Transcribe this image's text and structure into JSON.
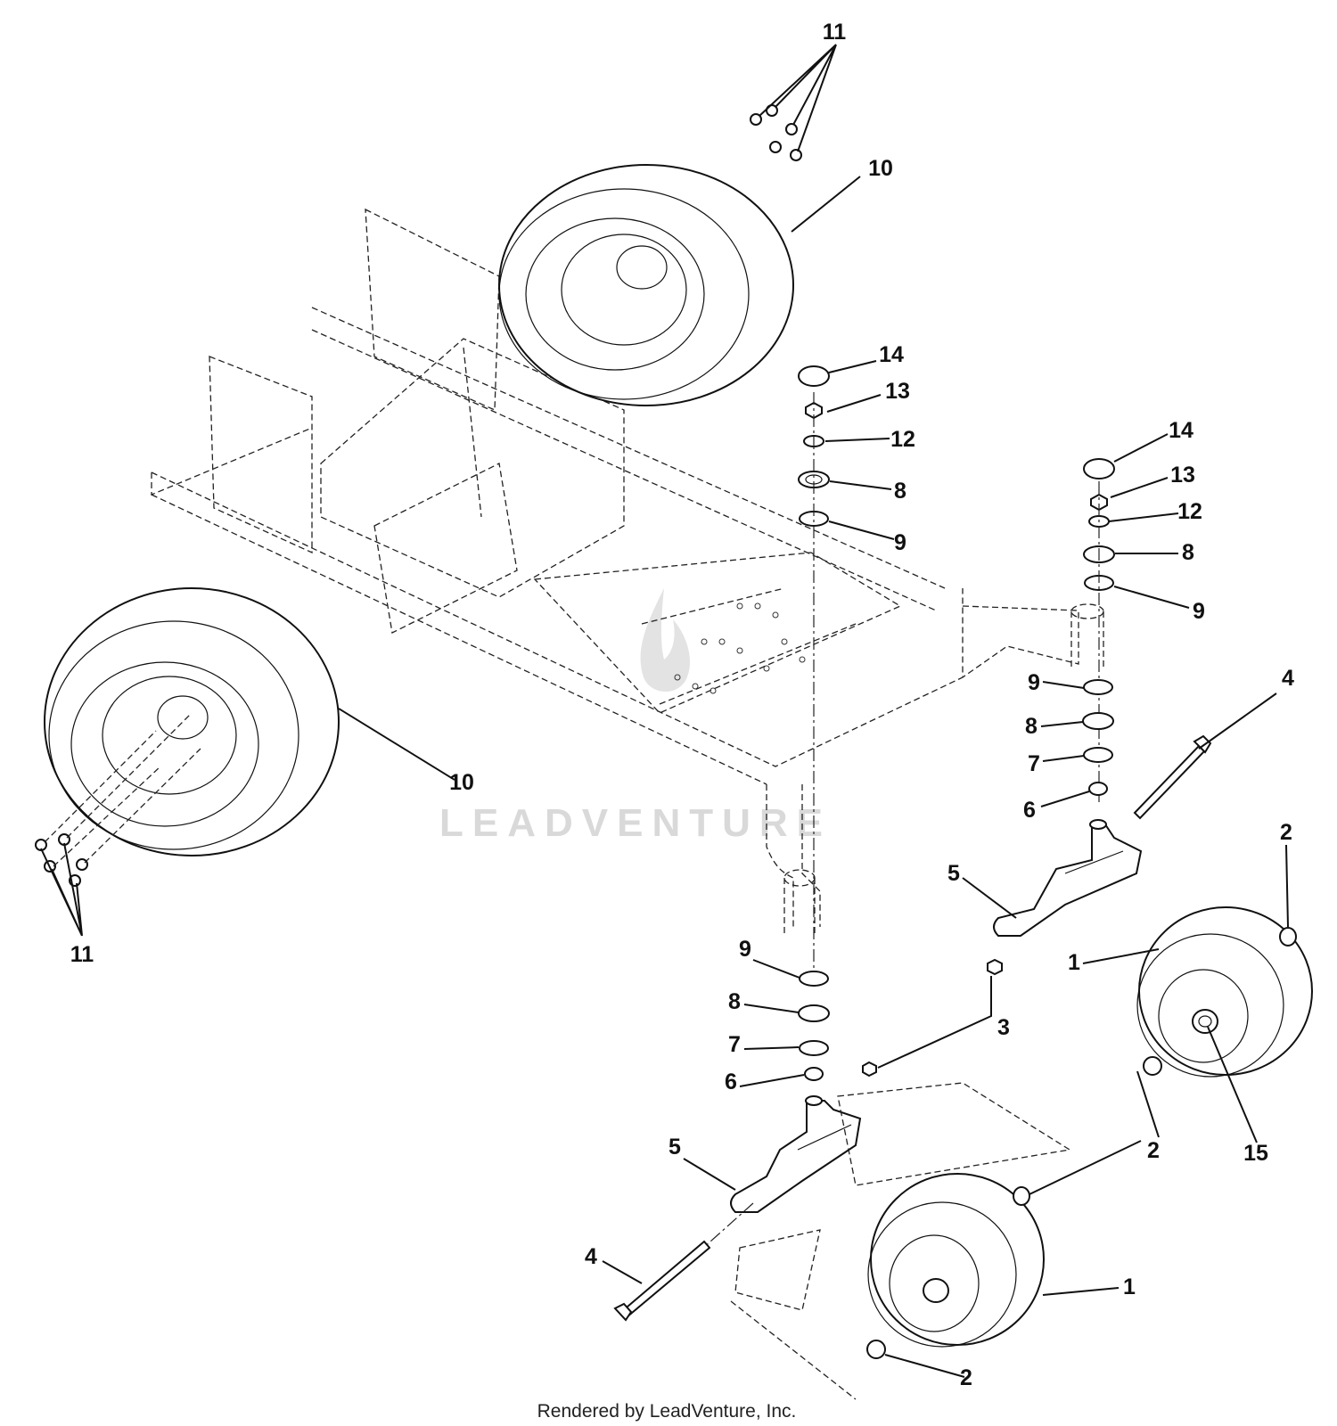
{
  "footer": {
    "text": "Rendered by LeadVenture, Inc."
  },
  "watermark": {
    "text": "LEADVENTURE"
  },
  "callouts": [
    {
      "id": "c11a",
      "label": "11"
    },
    {
      "id": "c10a",
      "label": "10"
    },
    {
      "id": "c14a",
      "label": "14"
    },
    {
      "id": "c13a",
      "label": "13"
    },
    {
      "id": "c12a",
      "label": "12"
    },
    {
      "id": "c8a",
      "label": "8"
    },
    {
      "id": "c9a",
      "label": "9"
    },
    {
      "id": "c14b",
      "label": "14"
    },
    {
      "id": "c13b",
      "label": "13"
    },
    {
      "id": "c12b",
      "label": "12"
    },
    {
      "id": "c8b",
      "label": "8"
    },
    {
      "id": "c9b",
      "label": "9"
    },
    {
      "id": "c9c",
      "label": "9"
    },
    {
      "id": "c8c",
      "label": "8"
    },
    {
      "id": "c7c",
      "label": "7"
    },
    {
      "id": "c6c",
      "label": "6"
    },
    {
      "id": "c4a",
      "label": "4"
    },
    {
      "id": "c10b",
      "label": "10"
    },
    {
      "id": "c11b",
      "label": "11"
    },
    {
      "id": "c2a",
      "label": "2"
    },
    {
      "id": "c5a",
      "label": "5"
    },
    {
      "id": "c1a",
      "label": "1"
    },
    {
      "id": "c9d",
      "label": "9"
    },
    {
      "id": "c3a",
      "label": "3"
    },
    {
      "id": "c8d",
      "label": "8"
    },
    {
      "id": "c7d",
      "label": "7"
    },
    {
      "id": "c6d",
      "label": "6"
    },
    {
      "id": "c15a",
      "label": "15"
    },
    {
      "id": "c2b",
      "label": "2"
    },
    {
      "id": "c5b",
      "label": "5"
    },
    {
      "id": "c4b",
      "label": "4"
    },
    {
      "id": "c1b",
      "label": "1"
    },
    {
      "id": "c2c",
      "label": "2"
    }
  ]
}
